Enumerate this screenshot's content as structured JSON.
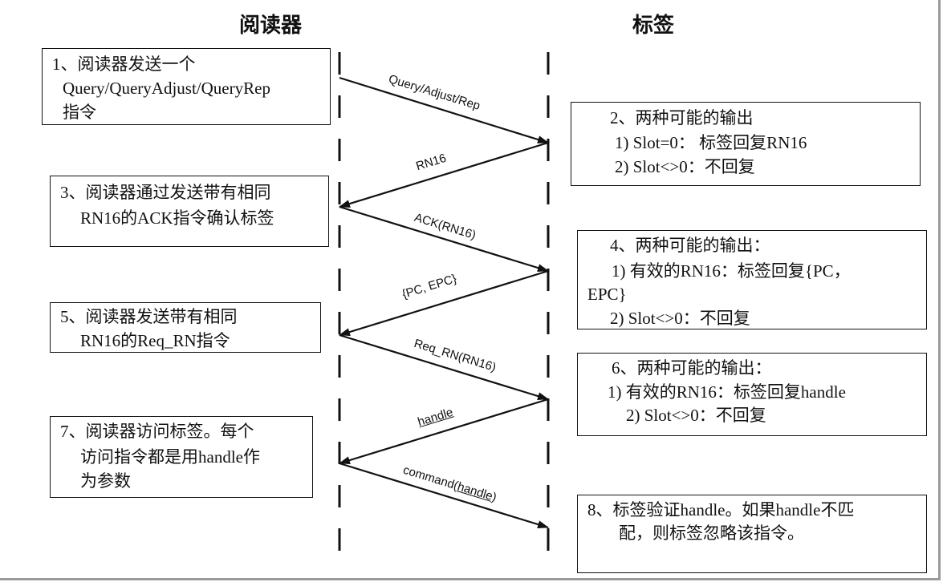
{
  "headers": {
    "reader": "阅读器",
    "tag": "标签"
  },
  "messages": [
    {
      "label": "Query/Adjust/Rep",
      "direction": "reader-to-tag"
    },
    {
      "label": "RN16",
      "direction": "tag-to-reader"
    },
    {
      "label": "ACK(RN16)",
      "direction": "reader-to-tag"
    },
    {
      "label": "{PC, EPC}",
      "direction": "tag-to-reader"
    },
    {
      "label": "Req_RN(RN16)",
      "direction": "reader-to-tag"
    },
    {
      "label": "handle",
      "direction": "tag-to-reader"
    },
    {
      "label_prefix": "command(",
      "label_arg": "handle",
      "label_suffix": ")",
      "direction": "reader-to-tag"
    }
  ],
  "steps": {
    "s1": [
      "1、阅读器发送一个",
      "Query/QueryAdjust/QueryRep",
      "指令"
    ],
    "s2": [
      "2、两种可能的输出",
      "1) Slot=0：  标签回复RN16",
      "2) Slot<>0：不回复"
    ],
    "s3": [
      "3、阅读器通过发送带有相同",
      "RN16的ACK指令确认标签"
    ],
    "s4": [
      "4、两种可能的输出：",
      "1) 有效的RN16：标签回复{PC，",
      "EPC}",
      "2)  Slot<>0：不回复"
    ],
    "s5": [
      "5、阅读器发送带有相同",
      "RN16的Req_RN指令"
    ],
    "s6": [
      "6、两种可能的输出：",
      "1)  有效的RN16：标签回复handle",
      "2)  Slot<>0：不回复"
    ],
    "s7": [
      "7、阅读器访问标签。每个",
      "访问指令都是用handle作",
      "为参数"
    ],
    "s8": [
      "8、标签验证handle。如果handle不匹",
      "配，则标签忽略该指令。"
    ]
  }
}
